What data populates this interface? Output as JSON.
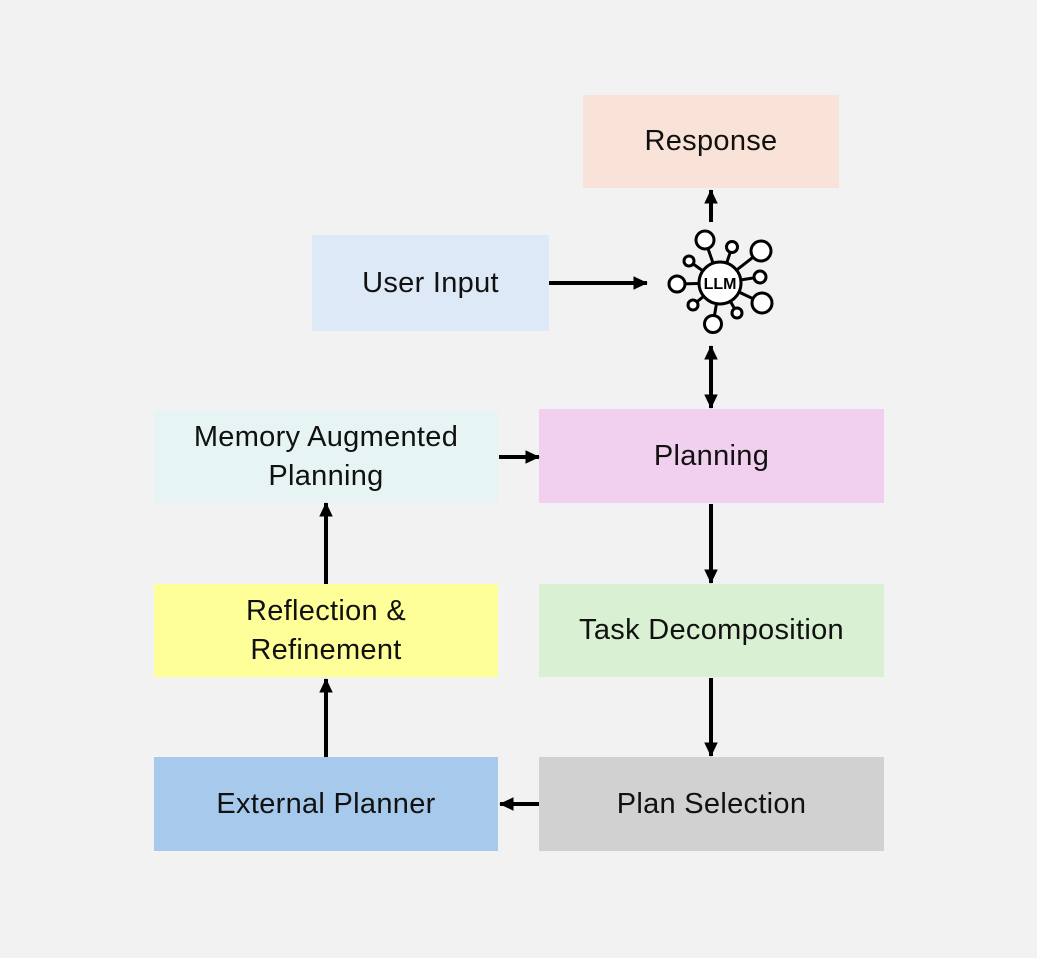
{
  "nodes": {
    "response": {
      "label": "Response",
      "color": "#f9e3d8"
    },
    "user_input": {
      "label": "User Input",
      "color": "#dde9f6"
    },
    "llm": {
      "label": "LLM"
    },
    "memory_augmented_planning": {
      "label": "Memory Augmented\nPlanning",
      "color": "#e6f5f4"
    },
    "planning": {
      "label": "Planning",
      "color": "#f1cfee"
    },
    "reflection_refinement": {
      "label": "Reflection &\nRefinement",
      "color": "#ffff99"
    },
    "task_decomposition": {
      "label": "Task Decomposition",
      "color": "#d9f1d2"
    },
    "external_planner": {
      "label": "External Planner",
      "color": "#a6c9ec"
    },
    "plan_selection": {
      "label": "Plan Selection",
      "color": "#d1d1d1"
    }
  },
  "edges": [
    {
      "from": "user_input",
      "to": "llm"
    },
    {
      "from": "llm",
      "to": "response"
    },
    {
      "from": "llm",
      "to": "planning",
      "bidirectional": true
    },
    {
      "from": "memory_augmented_planning",
      "to": "planning"
    },
    {
      "from": "planning",
      "to": "task_decomposition"
    },
    {
      "from": "task_decomposition",
      "to": "plan_selection"
    },
    {
      "from": "plan_selection",
      "to": "external_planner"
    },
    {
      "from": "external_planner",
      "to": "reflection_refinement"
    },
    {
      "from": "reflection_refinement",
      "to": "memory_augmented_planning"
    }
  ]
}
